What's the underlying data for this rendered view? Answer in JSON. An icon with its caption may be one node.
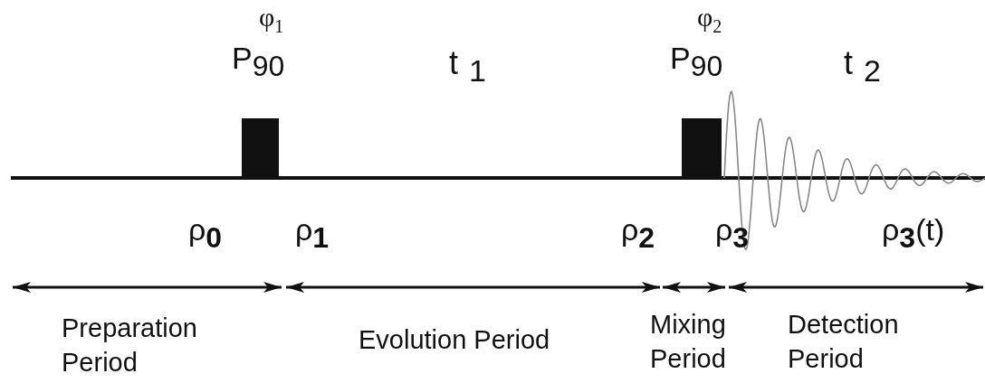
{
  "diagram": {
    "labels": [
      "φ$_{1}$",
      "φ$_{2}$",
      "P$_{90}$",
      "t$_{1}$",
      "P$_{90}$",
      "t$_{2}$",
      "ρ$_{0}$",
      "ρ$_{1}$",
      "ρ$_{2}$",
      "ρ$_{3}$",
      "ρ$_{3}$(t)",
      "Preparation Period",
      "Evolution Period",
      "Mixing Period",
      "Detection Period"
    ]
  }
}
